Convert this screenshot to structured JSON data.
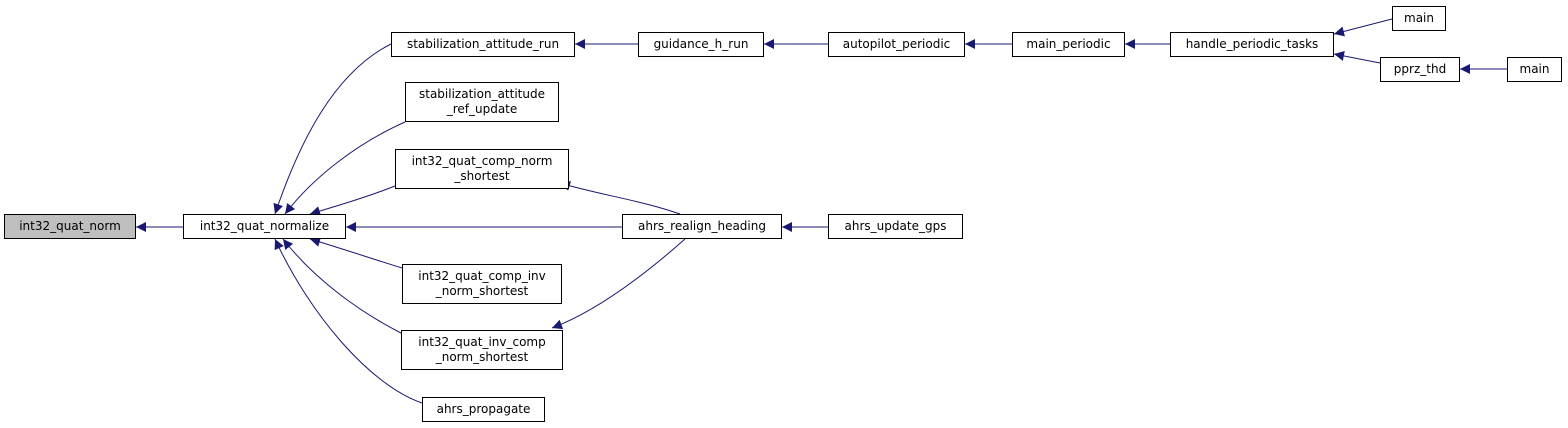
{
  "colors": {
    "edge": "#191970",
    "focus_fill": "#bfbfbf",
    "border": "#000000"
  },
  "nodes": {
    "int32_quat_norm": "int32_quat_norm",
    "int32_quat_normalize": "int32_quat_normalize",
    "stabilization_attitude_run": "stabilization_attitude_run",
    "stabilization_attitude_ref_update": "stabilization_attitude\n_ref_update",
    "int32_quat_comp_norm_shortest": "int32_quat_comp_norm\n_shortest",
    "int32_quat_comp_inv_norm_shortest": "int32_quat_comp_inv\n_norm_shortest",
    "int32_quat_inv_comp_norm_shortest": "int32_quat_inv_comp\n_norm_shortest",
    "ahrs_propagate": "ahrs_propagate",
    "guidance_h_run": "guidance_h_run",
    "autopilot_periodic": "autopilot_periodic",
    "main_periodic": "main_periodic",
    "handle_periodic_tasks": "handle_periodic_tasks",
    "main_1": "main",
    "pprz_thd": "pprz_thd",
    "main_2": "main",
    "ahrs_realign_heading": "ahrs_realign_heading",
    "ahrs_update_gps": "ahrs_update_gps"
  }
}
